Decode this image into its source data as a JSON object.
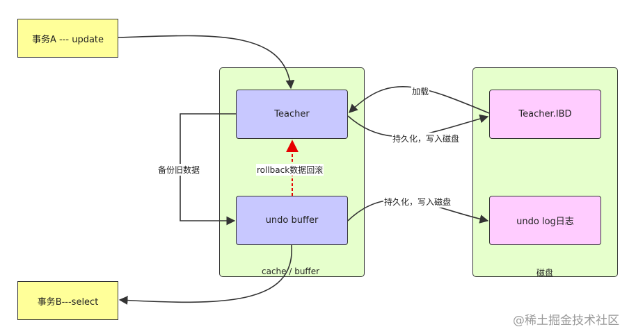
{
  "nodes": {
    "txn_a": "事务A --- update",
    "txn_b": "事务B---select",
    "cache_container": "cache / buffer",
    "teacher": "Teacher",
    "undo_buffer": "undo buffer",
    "disk_container": "磁盘",
    "teacher_ibd": "Teacher.IBD",
    "undo_log": "undo log日志"
  },
  "edges": {
    "load": "加载",
    "persist_1": "持久化，写入磁盘",
    "persist_2": "持久化，写入磁盘",
    "backup": "备份旧数据",
    "rollback": "rollback数据回滚"
  },
  "watermark": "@稀土掘金技术社区",
  "colors": {
    "transaction": "#ffff99",
    "container": "#e6ffcc",
    "buffer_item": "#c8c8ff",
    "disk_item": "#ffccff",
    "rollback_arrow": "#e60000"
  }
}
